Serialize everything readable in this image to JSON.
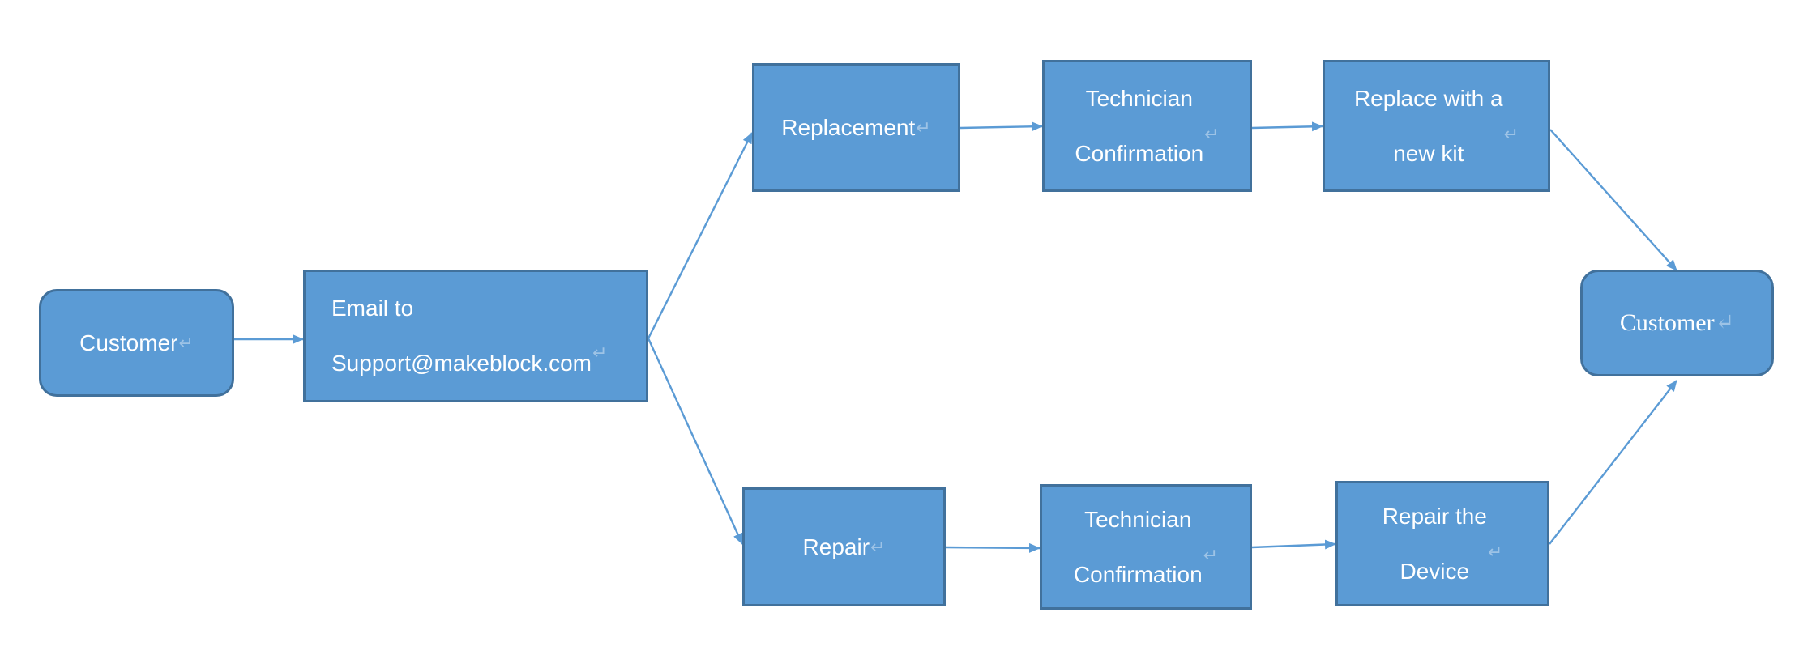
{
  "diagram": {
    "nodes": {
      "customer_start": "Customer",
      "email": "Email to\nSupport@makeblock.com",
      "replacement": "Replacement",
      "tech_confirm_top": "Technician\nConfirmation",
      "replace_kit": "Replace with a\nnew kit",
      "repair": "Repair",
      "tech_confirm_bottom": "Technician\nConfirmation",
      "repair_device": "Repair the\nDevice",
      "customer_end": "Customer"
    },
    "paragraph_mark": "↵",
    "colors": {
      "box_fill": "#5b9bd5",
      "box_border": "#41719c",
      "edge": "#5b9bd5",
      "text": "#ffffff",
      "mark": "#9dc3e6"
    }
  }
}
